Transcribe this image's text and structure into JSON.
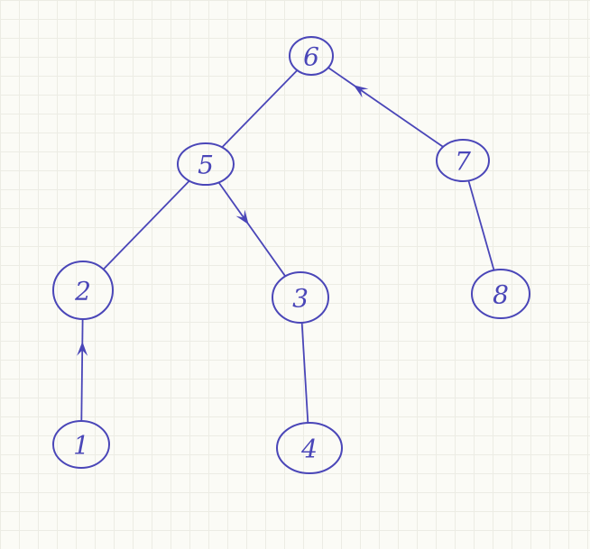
{
  "diagram": {
    "type": "tree",
    "nodes": [
      {
        "id": "6",
        "label": "6"
      },
      {
        "id": "5",
        "label": "5"
      },
      {
        "id": "7",
        "label": "7"
      },
      {
        "id": "2",
        "label": "2"
      },
      {
        "id": "3",
        "label": "3"
      },
      {
        "id": "8",
        "label": "8"
      },
      {
        "id": "1",
        "label": "1"
      },
      {
        "id": "4",
        "label": "4"
      }
    ],
    "edges": [
      {
        "from": "6",
        "to": "5",
        "directed": false
      },
      {
        "from": "7",
        "to": "6",
        "directed": true
      },
      {
        "from": "5",
        "to": "2",
        "directed": false
      },
      {
        "from": "5",
        "to": "3",
        "directed": true
      },
      {
        "from": "7",
        "to": "8",
        "directed": false
      },
      {
        "from": "1",
        "to": "2",
        "directed": true
      },
      {
        "from": "3",
        "to": "4",
        "directed": false
      }
    ],
    "ink_color": "#4a46b8"
  }
}
